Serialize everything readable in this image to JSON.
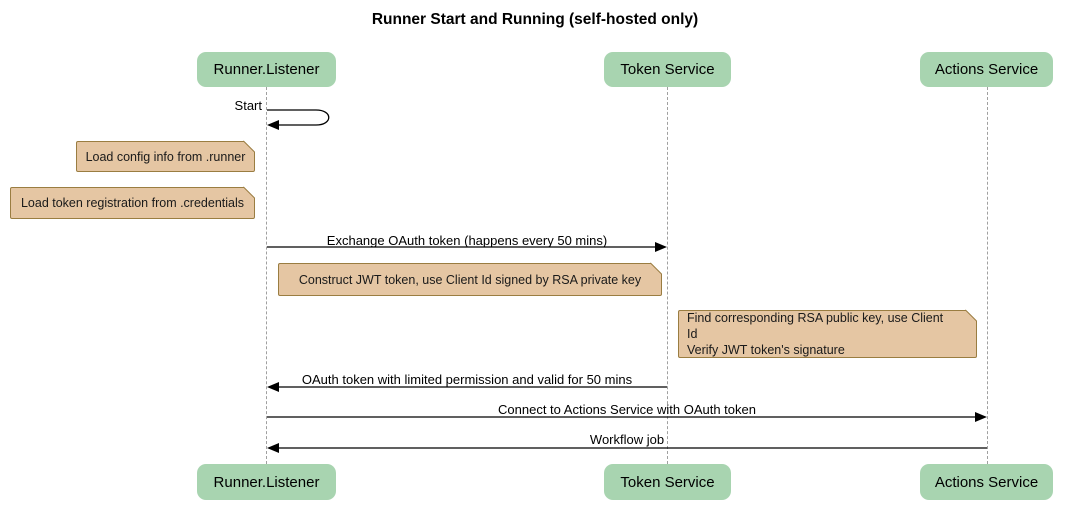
{
  "title": "Runner Start and Running (self-hosted only)",
  "actors": [
    {
      "id": "runner-listener",
      "label": "Runner.Listener"
    },
    {
      "id": "token-service",
      "label": "Token Service"
    },
    {
      "id": "actions-service",
      "label": "Actions Service"
    }
  ],
  "messages": [
    {
      "label": "Start",
      "from": "runner-listener",
      "to": "runner-listener",
      "type": "self"
    },
    {
      "label": "Exchange OAuth token (happens every 50 mins)",
      "from": "runner-listener",
      "to": "token-service",
      "type": "solid"
    },
    {
      "label": "OAuth token with limited permission and valid for 50 mins",
      "from": "token-service",
      "to": "runner-listener",
      "type": "solid"
    },
    {
      "label": "Connect to Actions Service with OAuth token",
      "from": "runner-listener",
      "to": "actions-service",
      "type": "solid"
    },
    {
      "label": "Workflow job",
      "from": "actions-service",
      "to": "runner-listener",
      "type": "solid"
    }
  ],
  "notes": [
    {
      "position": "left of runner-listener",
      "lines": [
        "Load config info from .runner"
      ]
    },
    {
      "position": "left of runner-listener",
      "lines": [
        "Load token registration from .credentials"
      ]
    },
    {
      "position": "right of runner-listener",
      "lines": [
        "Construct JWT token, use Client Id signed by RSA private key"
      ]
    },
    {
      "position": "left of actions-service",
      "lines": [
        "Find corresponding RSA public key, use Client Id",
        "Verify JWT token's signature"
      ]
    }
  ],
  "colors": {
    "actor_fill": "#a8d4b0",
    "note_fill": "#e5c6a3",
    "note_border": "#9a7d41",
    "lifeline": "#a0a0a0",
    "arrow": "#000000",
    "background": "#ffffff"
  }
}
